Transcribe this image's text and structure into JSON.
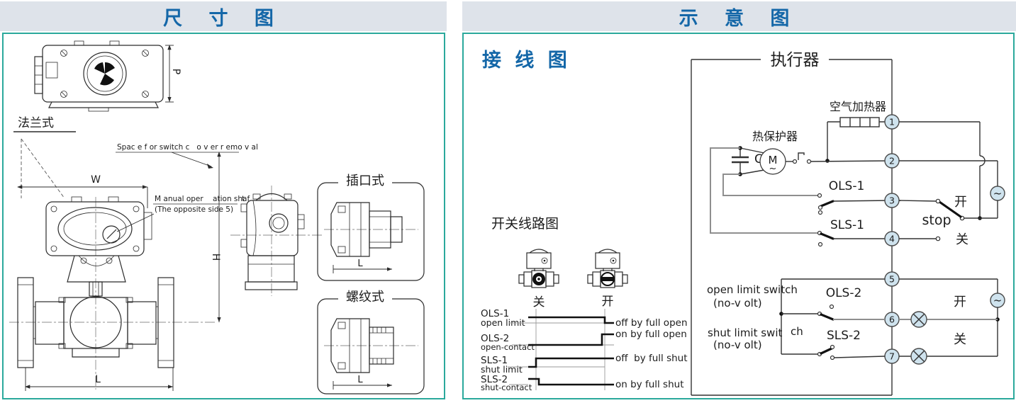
{
  "left_panel": {
    "title": "尺 寸 图",
    "flange_label": "法兰式",
    "socket_label": "插口式",
    "thread_label": "螺纹式",
    "space_note": "Spac e f or switch c   o v er r emo v al",
    "manual_note_line1": "M anual oper    ation shaf",
    "manual_note_tail": "t",
    "manual_note_line2": "(The opposite side 5)",
    "dims": {
      "p": "P",
      "w": "W",
      "h": "H",
      "l_main": "L",
      "l_socket": "L",
      "l_thread": "L"
    }
  },
  "right_panel": {
    "title": "示 意 图",
    "wiring_title": "接 线 图",
    "actuator_label": "执行器",
    "air_heater_label": "空气加热器",
    "thermal_protector_label": "热保护器",
    "motor_letter": "M",
    "motor_wave": "~",
    "capacitor_letter": "C",
    "ac_wave": "~",
    "switches": {
      "ols1": "OLS-1",
      "sls1": "SLS-1",
      "ols2": "OLS-2",
      "sls2": "SLS-2"
    },
    "selector": {
      "open": "开",
      "stop": "stop",
      "close": "关"
    },
    "lamps": {
      "open": "开",
      "close": "关"
    },
    "limit_notes": {
      "open_switch": "open limit switch",
      "open_volt": "(no-v olt)",
      "shut_switch": "shut limit swit",
      "shut_switch_tail": "ch",
      "shut_volt": "(no-v olt)"
    },
    "terminals": [
      "1",
      "2",
      "3",
      "4",
      "5",
      "6",
      "7"
    ],
    "switch_diagram": {
      "title": "开关线路图",
      "closed": "关",
      "open": "开"
    },
    "timing": {
      "rows": [
        {
          "name": "OLS-1",
          "sub": "open limit",
          "note": "off by full open"
        },
        {
          "name": "OLS-2",
          "sub": "open-contact",
          "note": "on by full open"
        },
        {
          "name": "SLS-1",
          "sub": "shut limit",
          "note": "off  by full shut"
        },
        {
          "name": "SLS-2",
          "sub": "shut-contact",
          "note": "on by full shut"
        }
      ]
    }
  },
  "colors": {
    "accent_blue": "#1467a8",
    "teal_border": "#2ba99c",
    "titlebar_bg": "#dee3ea",
    "terminal_fill": "#cfe3ee"
  }
}
